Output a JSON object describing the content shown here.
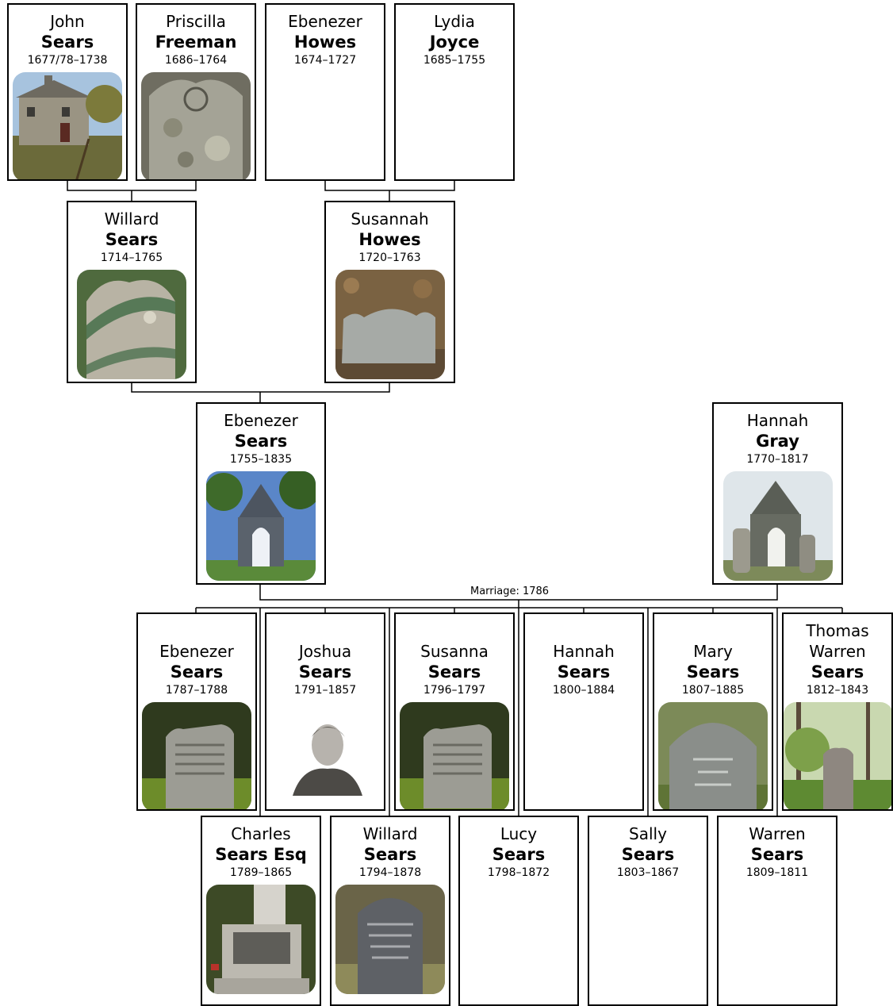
{
  "marriage_label": "Marriage: 1786",
  "people": {
    "john": {
      "given": "John",
      "surname": "Sears",
      "dates": "1677/78–1738",
      "photo": "house-photo"
    },
    "priscilla": {
      "given": "Priscilla",
      "surname": "Freeman",
      "dates": "1686–1764",
      "photo": "gravestone-photo"
    },
    "ebenezer_h": {
      "given": "Ebenezer",
      "surname": "Howes",
      "dates": "1674–1727"
    },
    "lydia": {
      "given": "Lydia",
      "surname": "Joyce",
      "dates": "1685–1755"
    },
    "willard_sr": {
      "given": "Willard",
      "surname": "Sears",
      "dates": "1714–1765",
      "photo": "gravestone-photo"
    },
    "susannah": {
      "given": "Susannah",
      "surname": "Howes",
      "dates": "1720–1763",
      "photo": "gravestone-photo"
    },
    "ebenezer_s": {
      "given": "Ebenezer",
      "surname": "Sears",
      "dates": "1755–1835",
      "photo": "chapel-photo"
    },
    "hannah_g": {
      "given": "Hannah",
      "surname": "Gray",
      "dates": "1770–1817",
      "photo": "chapel-photo"
    },
    "ebenezer_jr": {
      "given": "Ebenezer",
      "surname": "Sears",
      "dates": "1787–1788",
      "photo": "gravestone-photo"
    },
    "joshua": {
      "given": "Joshua",
      "surname": "Sears",
      "dates": "1791–1857",
      "photo": "portrait-photo"
    },
    "susanna": {
      "given": "Susanna",
      "surname": "Sears",
      "dates": "1796–1797",
      "photo": "gravestone-photo"
    },
    "hannah_s": {
      "given": "Hannah",
      "surname": "Sears",
      "dates": "1800–1884"
    },
    "mary": {
      "given": "Mary",
      "surname": "Sears",
      "dates": "1807–1885",
      "photo": "gravestone-photo"
    },
    "thomas": {
      "given": "Thomas Warren",
      "surname": "Sears",
      "dates": "1812–1843",
      "photo": "gravestone-photo"
    },
    "charles": {
      "given": "Charles",
      "surname": "Sears Esq",
      "dates": "1789–1865",
      "photo": "monument-photo"
    },
    "willard_jr": {
      "given": "Willard",
      "surname": "Sears",
      "dates": "1794–1878",
      "photo": "gravestone-photo"
    },
    "lucy": {
      "given": "Lucy",
      "surname": "Sears",
      "dates": "1798–1872"
    },
    "sally": {
      "given": "Sally",
      "surname": "Sears",
      "dates": "1803–1867"
    },
    "warren": {
      "given": "Warren",
      "surname": "Sears",
      "dates": "1809–1811"
    }
  }
}
